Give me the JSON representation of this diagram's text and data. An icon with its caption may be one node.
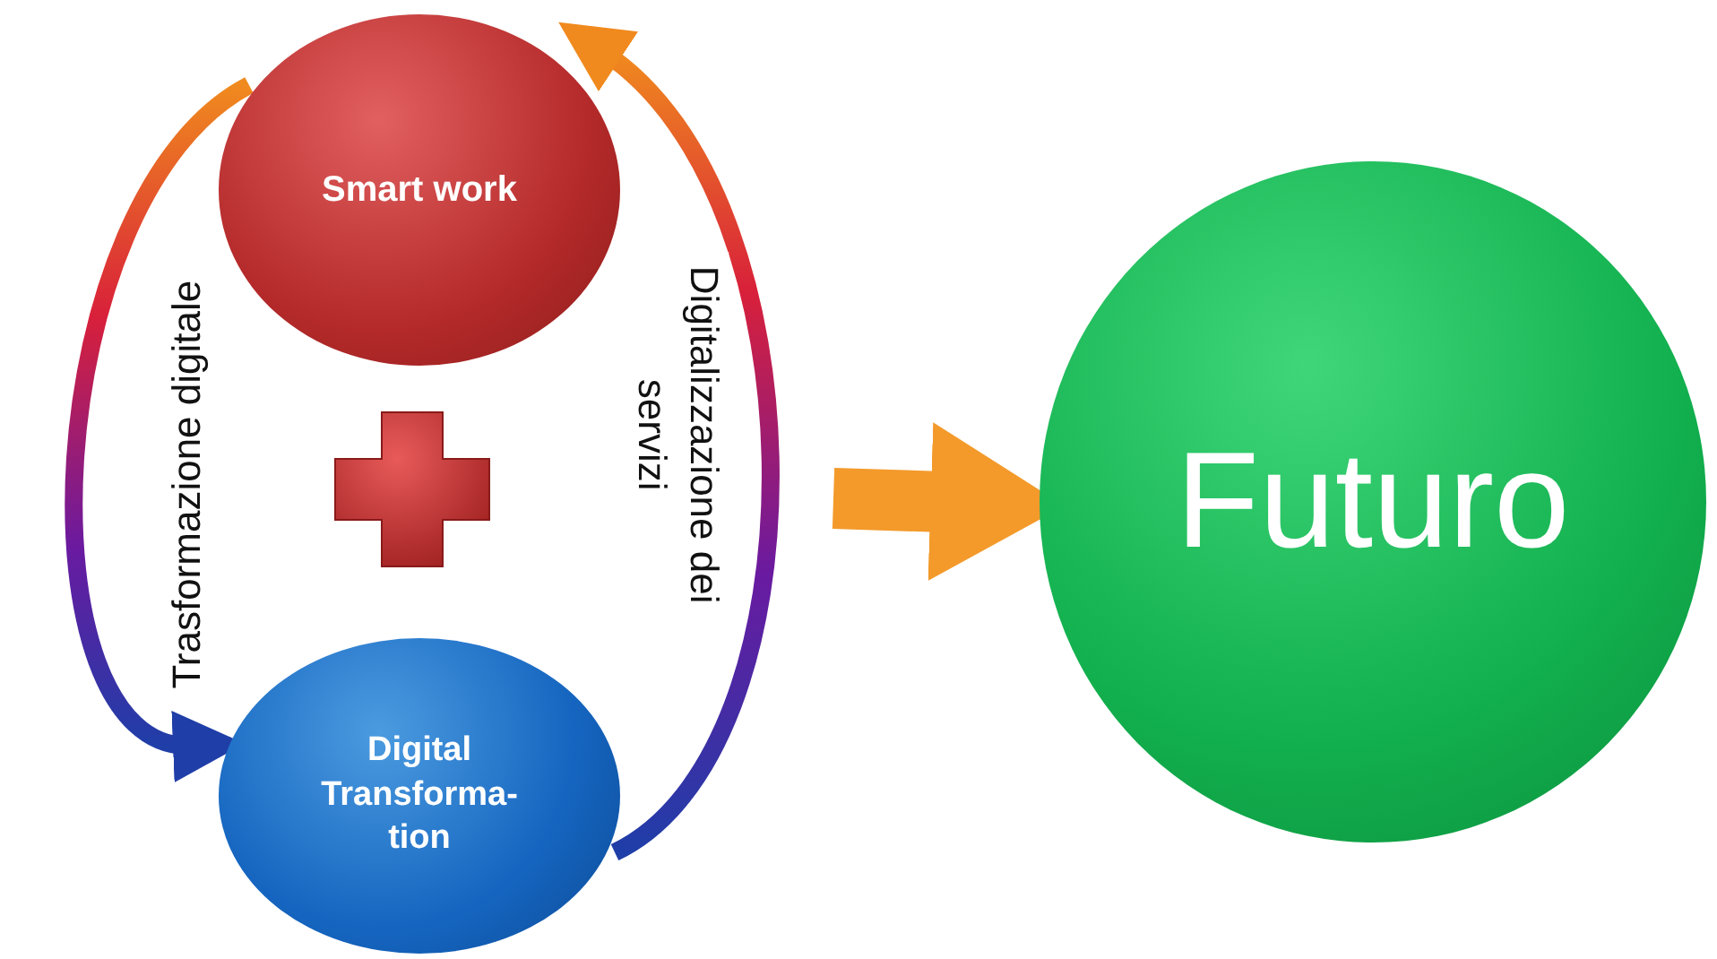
{
  "diagram": {
    "nodes": [
      {
        "text": [
          "Smart work"
        ]
      },
      {
        "text": [
          "Digital Transforma-tion"
        ]
      },
      {
        "text": [
          "Futuro"
        ]
      }
    ],
    "edges": [
      {
        "from": 0,
        "to": 1,
        "arrow": "to",
        "label": "Trasformazione digitale"
      },
      {
        "from": 1,
        "to": 0,
        "arrow": "to",
        "label": "Digitalizzazione dei servizi"
      },
      {
        "from": null,
        "to": 2,
        "arrow": "to",
        "color": "#f39a2b"
      }
    ]
  }
}
